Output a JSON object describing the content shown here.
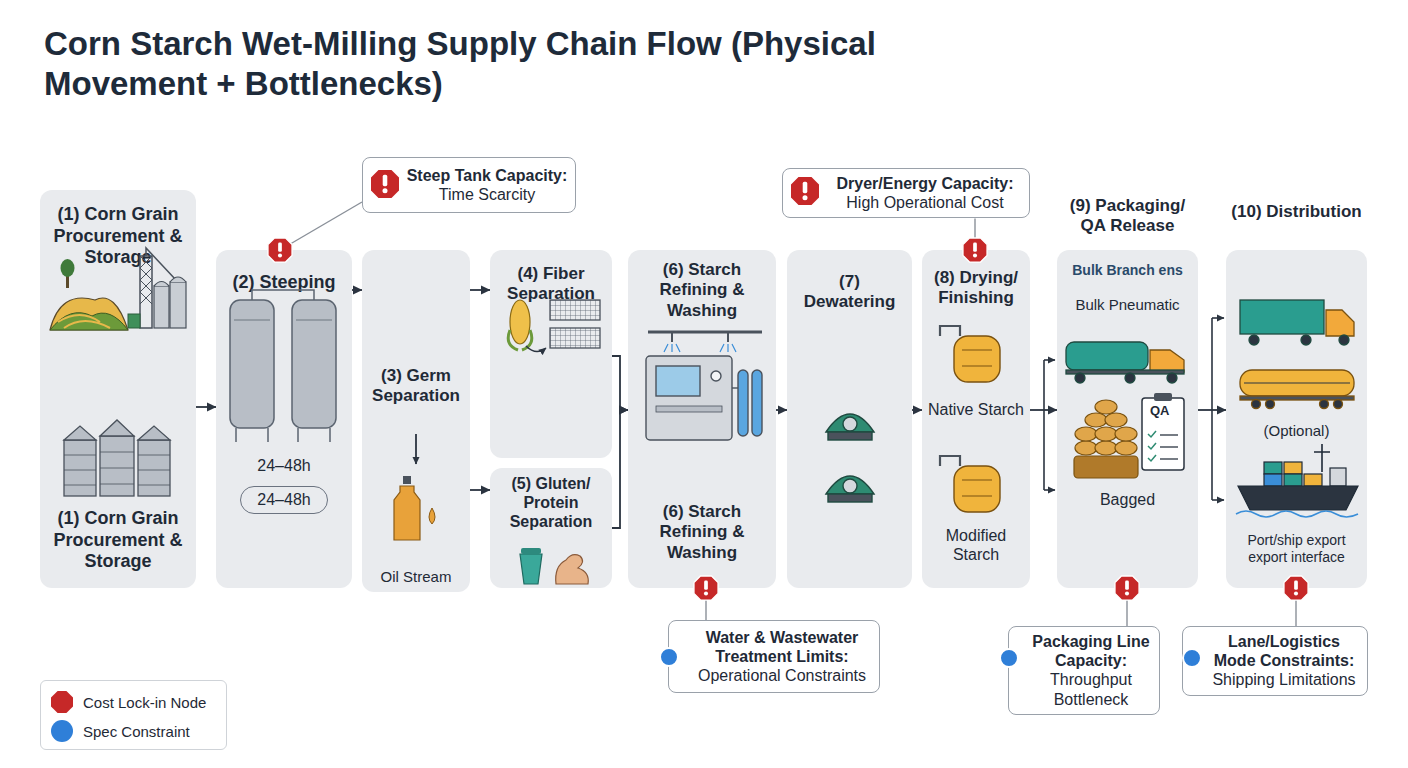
{
  "diagram": {
    "title": "Corn Starch Wet-Milling Supply Chain Flow (Physical Movement + Bottlenecks)",
    "nodes": [
      {
        "text": [
          "(1) Corn Grain Procurement & Storage",
          "(1) Corn Grain Procurement & Storage"
        ]
      },
      {
        "text": [
          "(2) Steeping",
          "24–48h"
        ]
      },
      {
        "text": [
          "24–48h"
        ],
        "in": 1
      },
      {
        "text": [
          "(3) Germ Separation",
          "Oil Stream"
        ]
      },
      {
        "text": [
          "(4) Fiber Separation"
        ]
      },
      {
        "text": [
          "(5) Gluten/ Protein Separation"
        ]
      },
      {
        "text": [
          "(6) Starch Refining & Washing",
          "(6) Starch Refining & Washing"
        ]
      },
      {
        "text": [
          "(7) Dewatering"
        ]
      },
      {
        "text": [
          "(8) Drying/ Finishing",
          "Native Starch",
          "Modified Starch"
        ]
      },
      {
        "text": [
          "(9) Packaging/ QA Release",
          "Bulk Branch ens",
          "Bulk Pneumatic",
          "Bagged"
        ]
      },
      {
        "text": [
          "(10) Distribution",
          "(Optional)",
          "Port/ship export export interface"
        ]
      },
      {
        "text": [
          "Steep Tank Capacity:",
          "Time Scarcity"
        ]
      },
      {
        "text": [
          "Dryer/Energy Capacity:",
          "High Operational Cost"
        ]
      },
      {
        "text": [
          "Water & Wastewater Treatment Limits:",
          "Operational Constraints"
        ]
      },
      {
        "text": [
          "Packaging Line Capacity:",
          "Throughput Bottleneck"
        ]
      },
      {
        "text": [
          "Lane/Logistics Mode Constraints:",
          "Shipping Limitations"
        ]
      }
    ],
    "edges": [
      {
        "from": 0,
        "to": 1,
        "arrow": "to"
      },
      {
        "from": 1,
        "to": 3,
        "arrow": "to"
      },
      {
        "from": 3,
        "to": 4,
        "arrow": "to"
      },
      {
        "from": 3,
        "to": 5,
        "arrow": "to"
      },
      {
        "from": 4,
        "to": 6,
        "arrow": "to"
      },
      {
        "from": 5,
        "to": 6,
        "arrow": "to"
      },
      {
        "from": 6,
        "to": 7,
        "arrow": "to"
      },
      {
        "from": 7,
        "to": 8,
        "arrow": "to"
      },
      {
        "from": 8,
        "to": 9,
        "arrow": "to"
      },
      {
        "from": 9,
        "to": 10,
        "arrow": "to"
      },
      {
        "from": 11,
        "to": 1,
        "arrow": "none"
      },
      {
        "from": 12,
        "to": 8,
        "arrow": "none"
      },
      {
        "from": 13,
        "to": 6,
        "arrow": "none"
      },
      {
        "from": 14,
        "to": 9,
        "arrow": "none"
      },
      {
        "from": 15,
        "to": 10,
        "arrow": "none"
      }
    ],
    "labels": [
      "QA"
    ],
    "legend": [
      {
        "text": "Cost Lock-in Node",
        "color": "#c62828"
      },
      {
        "text": "Spec Constraint",
        "color": "#2f7fd8"
      }
    ]
  }
}
